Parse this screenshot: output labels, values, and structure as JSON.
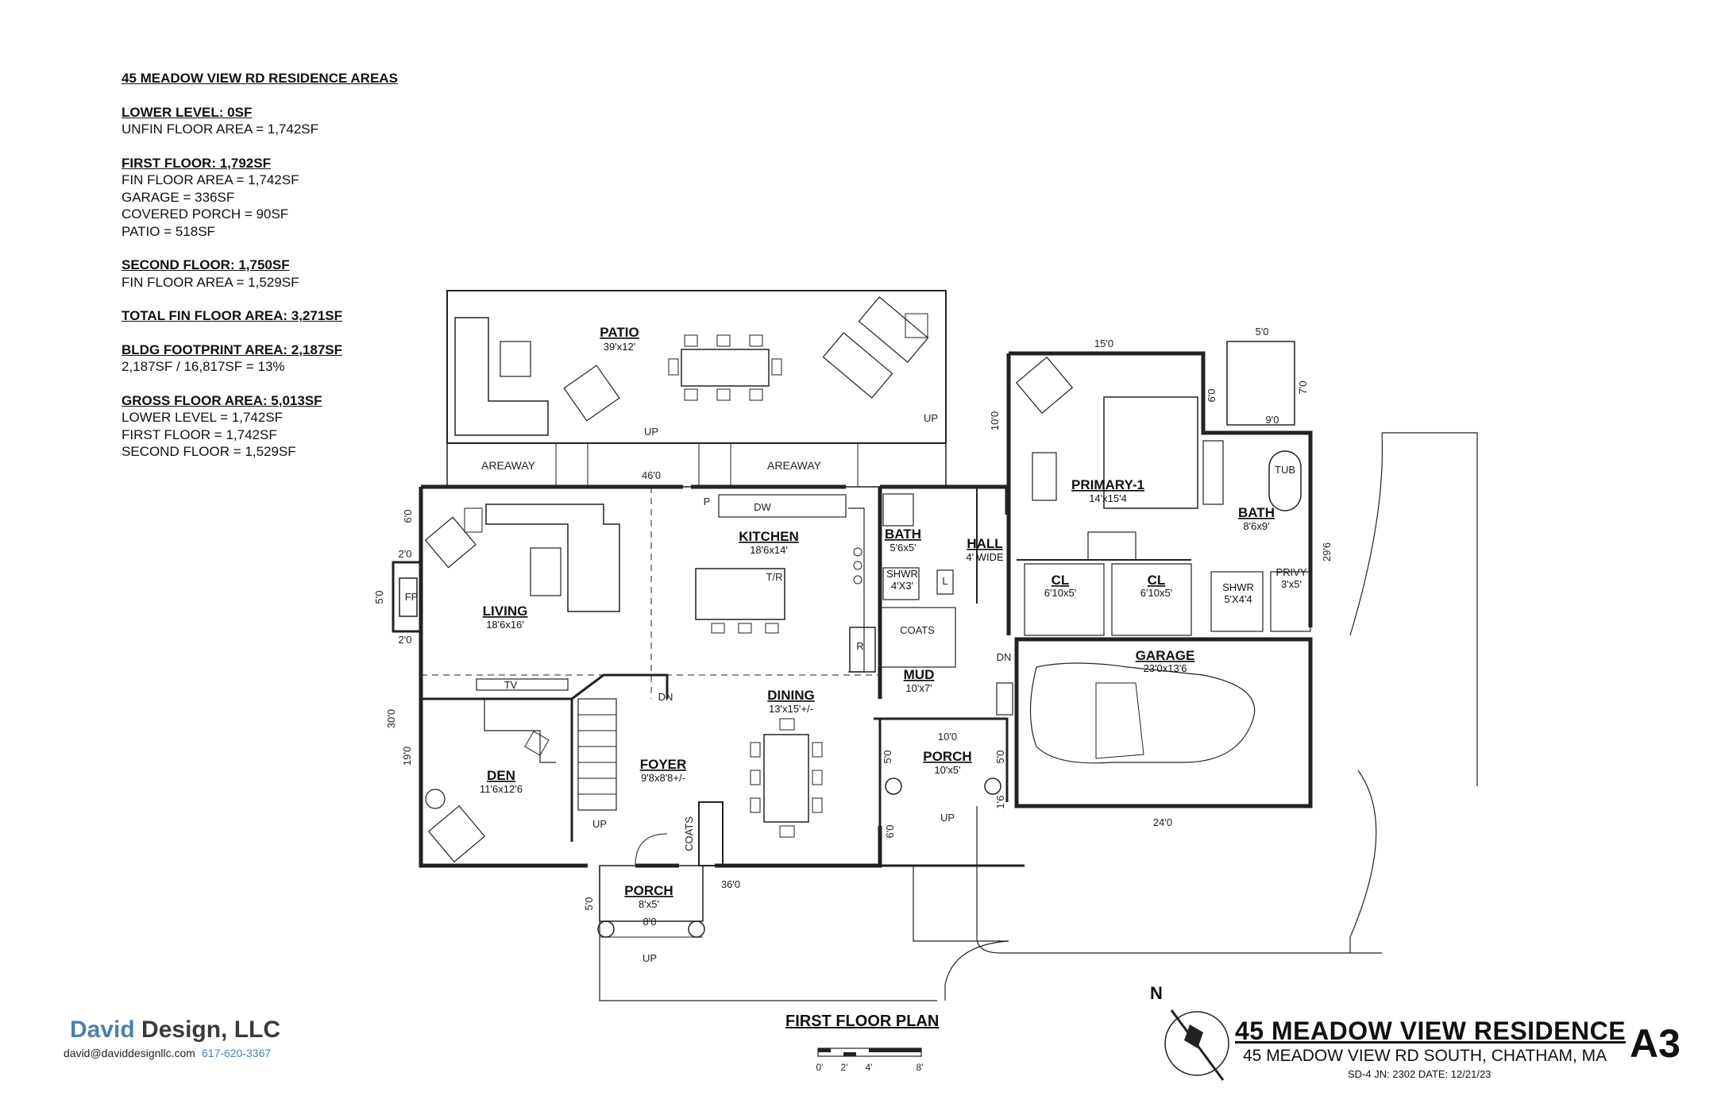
{
  "areas": {
    "title": "45 MEADOW VIEW RD RESIDENCE AREAS",
    "blocks": [
      {
        "head": "LOWER LEVEL: 0SF",
        "lines": [
          "UNFIN FLOOR AREA = 1,742SF"
        ]
      },
      {
        "head": "FIRST FLOOR: 1,792SF",
        "lines": [
          "FIN FLOOR AREA = 1,742SF",
          "GARAGE = 336SF",
          "COVERED PORCH = 90SF",
          "PATIO = 518SF"
        ]
      },
      {
        "head": "SECOND FLOOR: 1,750SF",
        "lines": [
          "FIN FLOOR AREA = 1,529SF"
        ]
      },
      {
        "head": "TOTAL FIN FLOOR AREA: 3,271SF",
        "lines": []
      },
      {
        "head": "BLDG FOOTPRINT AREA: 2,187SF",
        "lines": [
          "2,187SF / 16,817SF = 13%"
        ]
      },
      {
        "head": "GROSS FLOOR AREA: 5,013SF",
        "lines": [
          "LOWER LEVEL = 1,742SF",
          "FIRST FLOOR = 1,742SF",
          "SECOND FLOOR = 1,529SF"
        ]
      }
    ]
  },
  "rooms": {
    "patio": {
      "name": "PATIO",
      "dim": "39'x12'"
    },
    "kitchen": {
      "name": "KITCHEN",
      "dim": "18'6x14'"
    },
    "living": {
      "name": "LIVING",
      "dim": "18'6x16'"
    },
    "dining": {
      "name": "DINING",
      "dim": "13'x15'+/-"
    },
    "foyer": {
      "name": "FOYER",
      "dim": "9'8x8'8+/-"
    },
    "den": {
      "name": "DEN",
      "dim": "11'6x12'6"
    },
    "porch_front": {
      "name": "PORCH",
      "dim": "8'x5'"
    },
    "porch_side": {
      "name": "PORCH",
      "dim": "10'x5'"
    },
    "mud": {
      "name": "MUD",
      "dim": "10'x7'"
    },
    "bath1": {
      "name": "BATH",
      "dim": "5'6x5'"
    },
    "hall": {
      "name": "HALL",
      "dim": "4' WIDE"
    },
    "primary": {
      "name": "PRIMARY-1",
      "dim": "14'x15'4"
    },
    "bath2": {
      "name": "BATH",
      "dim": "8'6x9'"
    },
    "cl1": {
      "name": "CL",
      "dim": "6'10x5'"
    },
    "cl2": {
      "name": "CL",
      "dim": "6'10x5'"
    },
    "garage": {
      "name": "GARAGE",
      "dim": "23'0x13'6"
    },
    "shwr1": {
      "name": "SHWR",
      "dim": "4'X3'"
    },
    "shwr2": {
      "name": "SHWR",
      "dim": "5'X4'4"
    },
    "privy": {
      "name": "PRIVY",
      "dim": "3'x5'"
    }
  },
  "labels": {
    "areaway": "AREAWAY",
    "up": "UP",
    "dn": "DN",
    "dw": "DW",
    "p": "P",
    "tr": "T/R",
    "r": "R",
    "fp": "FP",
    "tv": "TV",
    "coats": "COATS",
    "l": "L",
    "tub": "TUB"
  },
  "dims": {
    "d46": "46'0",
    "d6a": "6'0",
    "d2a": "2'0",
    "d5a": "5'0",
    "d2b": "2'0",
    "d30": "30'0",
    "d19": "19'0",
    "d36": "36'0",
    "d5b": "5'0",
    "d8": "8'0",
    "d10a": "10'0",
    "d15": "15'0",
    "d6b": "6'0",
    "d5c": "5'0",
    "d7": "7'0",
    "d9": "9'0",
    "d29": "29'6",
    "d10b": "10'0",
    "d5d": "5'0",
    "d5e": "5'0",
    "d16": "1'6",
    "d6c": "6'0",
    "d24": "24'0"
  },
  "footer": {
    "brand_first": "David",
    "brand_rest": " Design, LLC",
    "email": "david@daviddesignllc.com",
    "phone": "617-620-3367",
    "plan_title": "FIRST FLOOR PLAN",
    "scale_labels": [
      "0'",
      "2'",
      "4'",
      "8'"
    ],
    "north": "N",
    "project_title": "45 MEADOW VIEW RESIDENCE",
    "project_address": "45 MEADOW VIEW RD SOUTH, CHATHAM, MA",
    "project_meta": "SD-4 JN: 2302  DATE: 12/21/23",
    "sheet": "A3"
  }
}
